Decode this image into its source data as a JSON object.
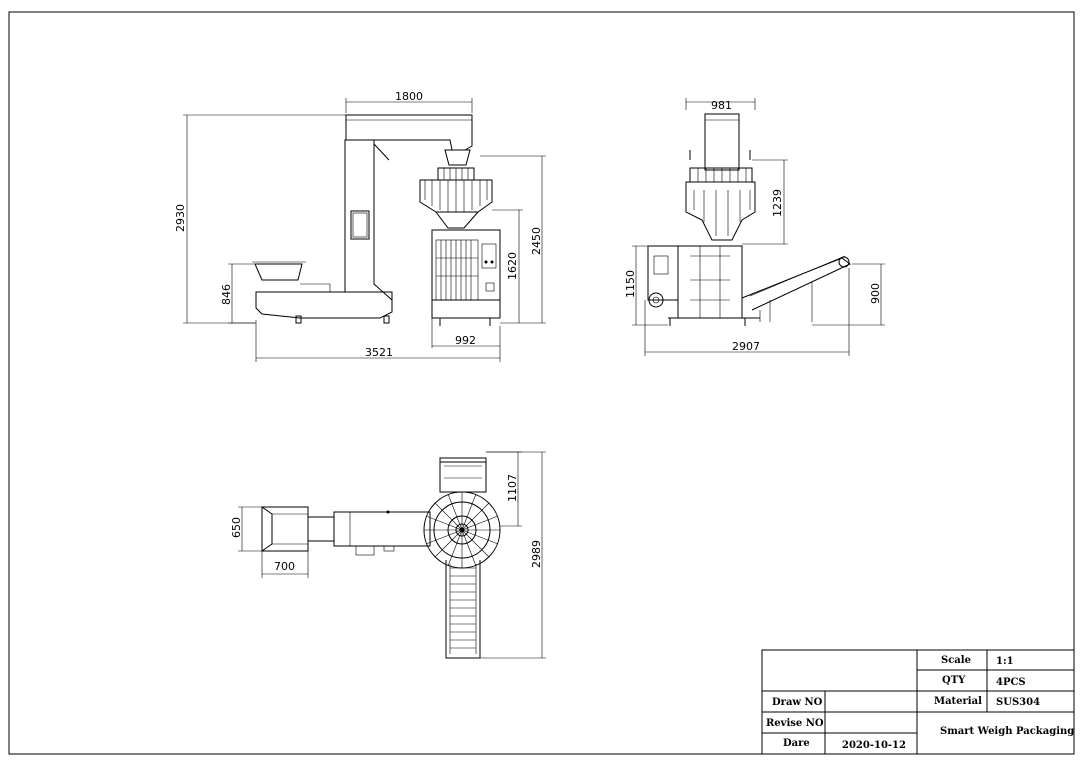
{
  "dimensions": {
    "front_top_width": "1800",
    "front_total_height": "2930",
    "front_head_height": "2450",
    "front_frame_height": "1620",
    "front_hopper_height": "846",
    "front_total_length": "3521",
    "front_frame_width": "992",
    "side_head_width": "981",
    "side_head_height": "1239",
    "side_panel_height": "1150",
    "side_conveyor_height": "900",
    "side_total_length": "2907",
    "top_hopper_width": "650",
    "top_hopper_length": "700",
    "top_head_depth": "1107",
    "top_total_length": "2989"
  },
  "title_block": {
    "scale_label": "Scale",
    "scale_value": "1:1",
    "qty_label": "QTY",
    "qty_value": "4PCS",
    "material_label": "Material",
    "material_value": "SUS304",
    "draw_no_label": "Draw NO",
    "draw_no_value": "",
    "revise_no_label": "Revise NO",
    "revise_no_value": "",
    "date_label": "Dare",
    "date_value": "2020-10-12",
    "company": "Smart Weigh Packaging"
  }
}
